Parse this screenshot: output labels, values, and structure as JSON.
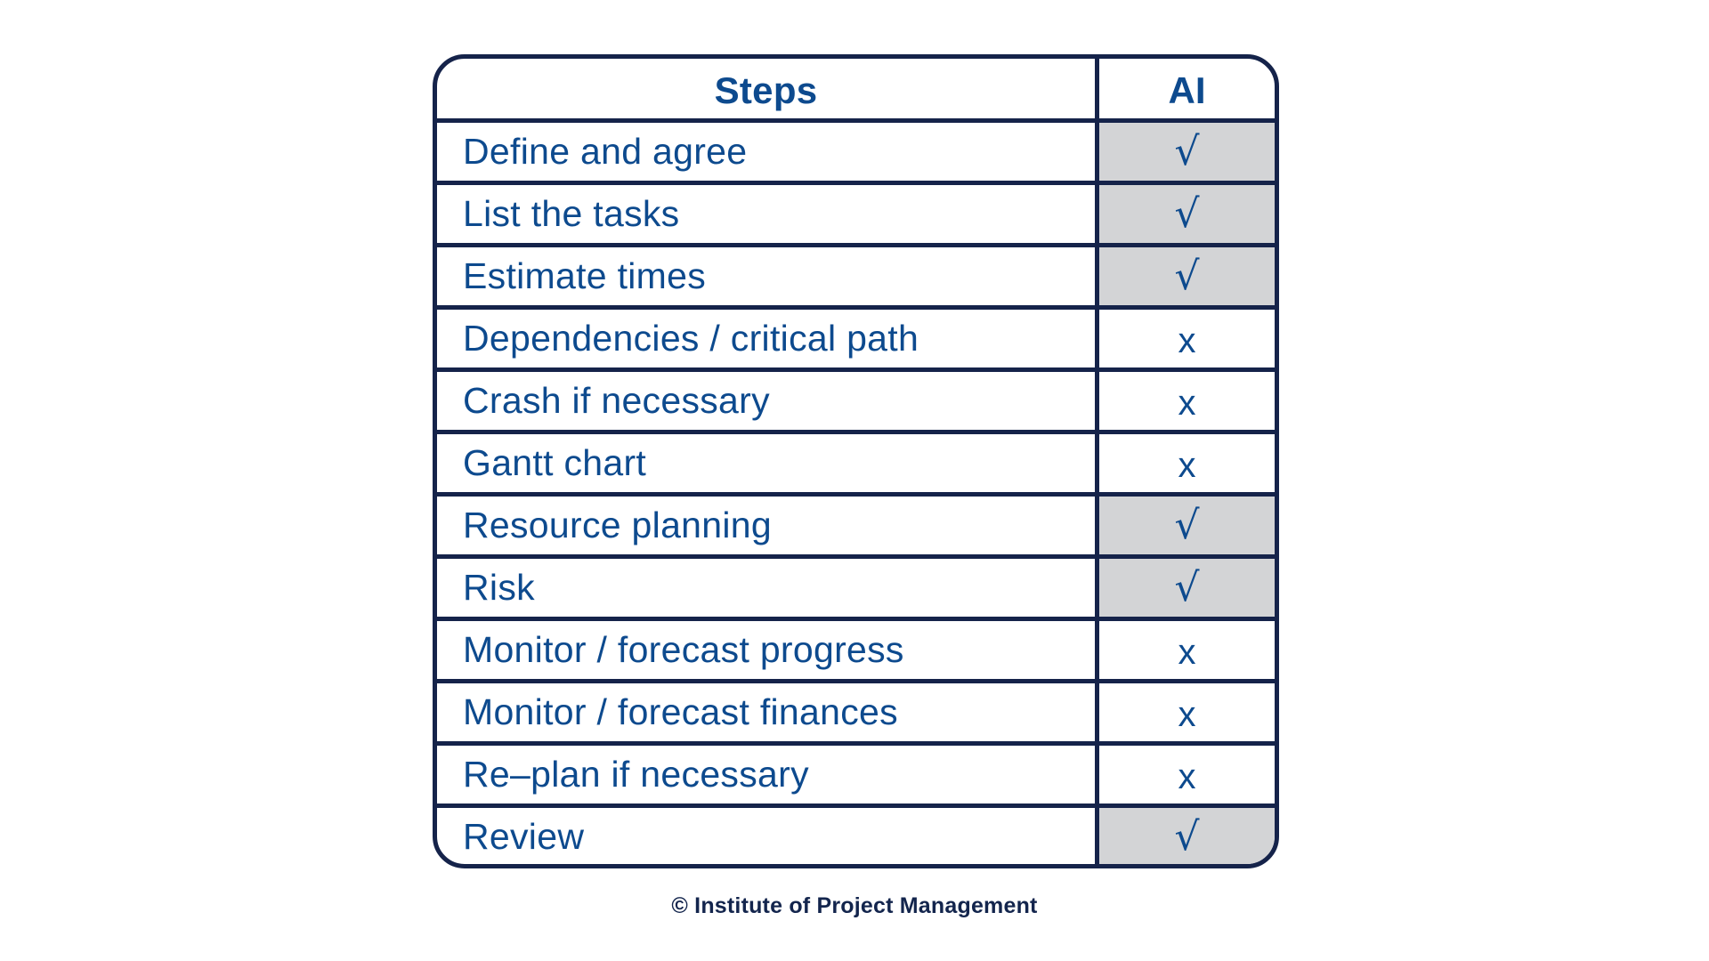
{
  "table": {
    "headers": {
      "steps": "Steps",
      "ai": "AI"
    },
    "symbols": {
      "yes": "√",
      "no": "x"
    },
    "colors": {
      "border": "#15234a",
      "text": "#0d4a8e",
      "highlight": "#d3d4d6"
    },
    "rows": [
      {
        "step": "Define and agree",
        "ai": "√",
        "ai_supported": true
      },
      {
        "step": "List the tasks",
        "ai": "√",
        "ai_supported": true
      },
      {
        "step": "Estimate times",
        "ai": "√",
        "ai_supported": true
      },
      {
        "step": "Dependencies / critical path",
        "ai": "x",
        "ai_supported": false
      },
      {
        "step": "Crash if necessary",
        "ai": "x",
        "ai_supported": false
      },
      {
        "step": "Gantt chart",
        "ai": "x",
        "ai_supported": false
      },
      {
        "step": "Resource planning",
        "ai": "√",
        "ai_supported": true
      },
      {
        "step": "Risk",
        "ai": "√",
        "ai_supported": true
      },
      {
        "step": "Monitor / forecast progress",
        "ai": "x",
        "ai_supported": false
      },
      {
        "step": "Monitor / forecast finances",
        "ai": "x",
        "ai_supported": false
      },
      {
        "step": "Re–plan if necessary",
        "ai": "x",
        "ai_supported": false
      },
      {
        "step": "Review",
        "ai": "√",
        "ai_supported": true
      }
    ]
  },
  "footer": {
    "copyright": "© Institute of Project Management"
  }
}
